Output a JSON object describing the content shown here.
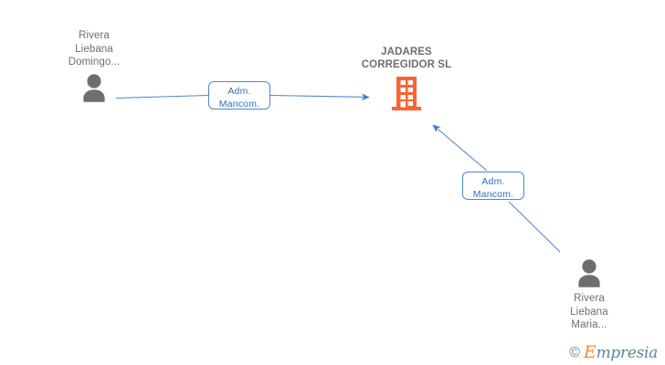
{
  "diagram": {
    "type": "org-relationship-graph",
    "background": "#ffffff",
    "colors": {
      "company": "#fa6434",
      "person": "#6e6e6e",
      "edge": "#4a86d0",
      "edge_label_text": "#2f6fbf",
      "label_text": "#6e6e6e"
    },
    "company": {
      "name": "JADARES\nCORREGIDOR SL",
      "icon": "building-icon"
    },
    "persons": [
      {
        "id": "person-domingo",
        "name": "Rivera\nLiebana\nDomingo...",
        "icon": "person-icon"
      },
      {
        "id": "person-maria",
        "name": "Rivera\nLiebana\nMaria...",
        "icon": "person-icon"
      }
    ],
    "edges": [
      {
        "id": "edge-domingo",
        "from": "person-domingo",
        "to": "company",
        "label": "Adm.\nMancom.",
        "arrow": "right"
      },
      {
        "id": "edge-maria",
        "from": "person-maria",
        "to": "company",
        "label": "Adm.\nMancom.",
        "arrow": "up-left"
      }
    ]
  },
  "watermark": {
    "copyright": "©",
    "brand_initial": "E",
    "brand_rest": "mpresia"
  }
}
